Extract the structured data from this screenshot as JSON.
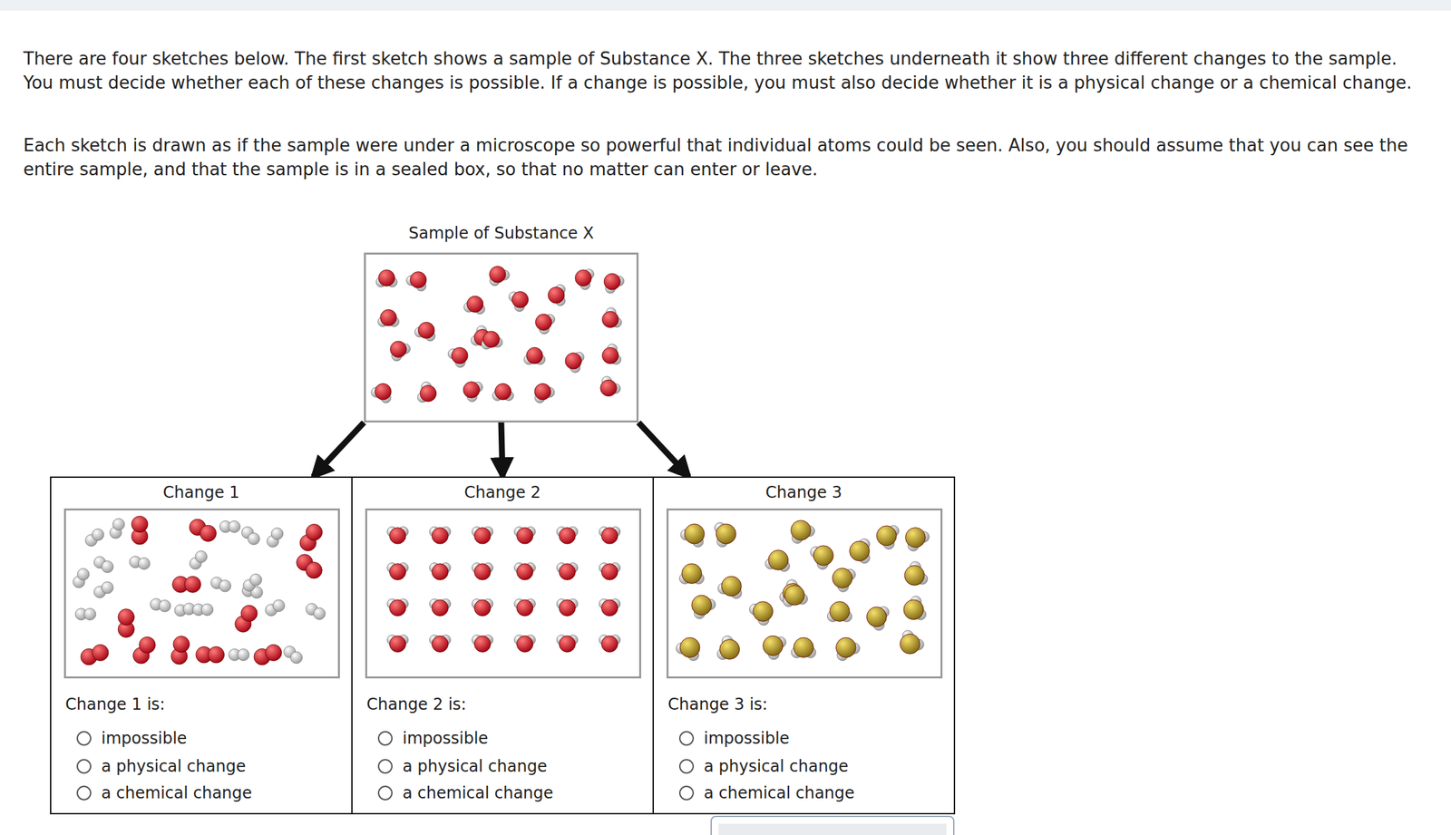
{
  "diagram": {
    "nodes": [
      {
        "text": [
          "Sample of Substance X"
        ]
      },
      {
        "text": [
          "Change 1",
          "Change 1 is:",
          "impossible",
          "a physical change",
          "a chemical change"
        ]
      },
      {
        "text": [
          "Change 2",
          "Change 2 is:",
          "impossible",
          "a physical change",
          "a chemical change"
        ]
      },
      {
        "text": [
          "Change 3",
          "Change 3 is:",
          "impossible",
          "a physical change",
          "a chemical change"
        ]
      }
    ],
    "edges": [
      {
        "from": 0,
        "to": 1,
        "arrow": "to"
      },
      {
        "from": 0,
        "to": 2,
        "arrow": "to"
      },
      {
        "from": 0,
        "to": 3,
        "arrow": "to"
      }
    ],
    "labels": [
      "There are four sketches below. The first sketch shows a sample of Substance X. The three sketches underneath it show three different changes to the sample. You must decide whether each of these changes is possible. If a change is possible, you must also decide whether it is a physical change or a chemical change.",
      "Each sketch is drawn as if the sample were under a microscope so powerful that individual atoms could be seen. Also, you should assume that you can see the entire sample, and that the sample is in a sealed box, so that no matter can enter or leave."
    ]
  }
}
